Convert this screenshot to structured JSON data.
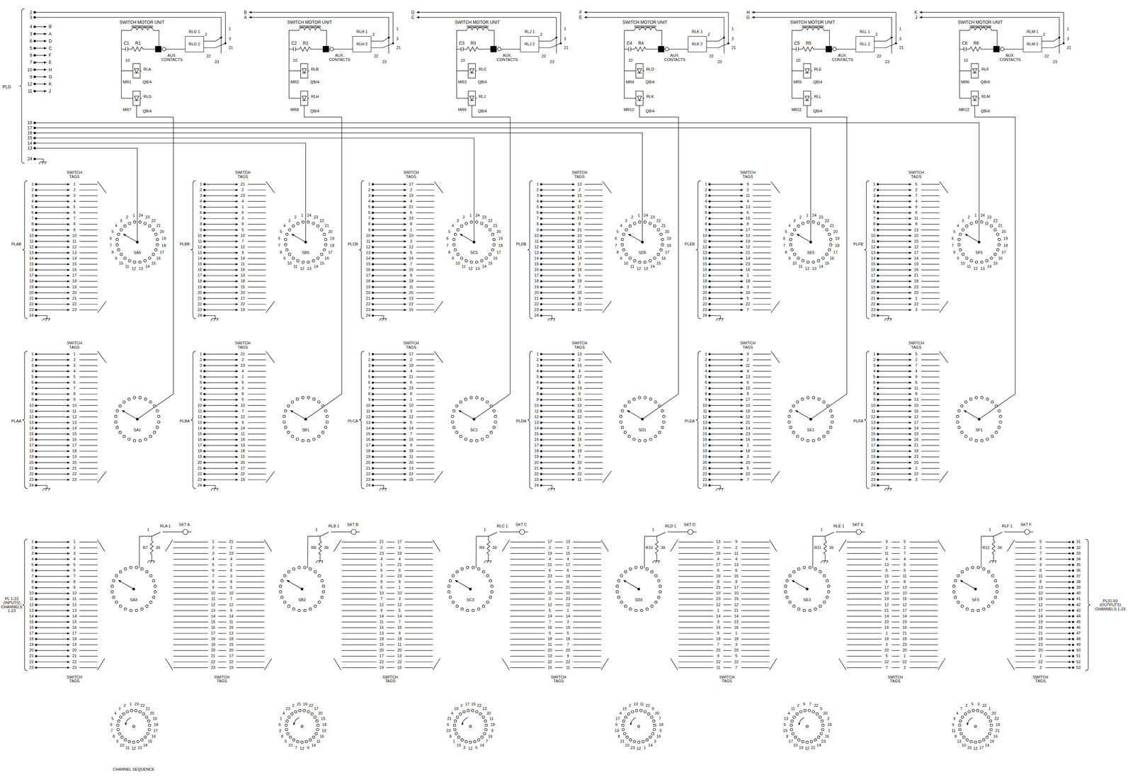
{
  "diagram": {
    "nodes": [
      {
        "text": [
          "RLG 2"
        ]
      },
      {
        "text": [
          "RLH 2"
        ]
      },
      {
        "text": [
          "RLJ 2"
        ]
      },
      {
        "text": [
          "RLK 2"
        ]
      },
      {
        "text": [
          "RLL 2"
        ]
      },
      {
        "text": [
          "RLM 2"
        ]
      }
    ],
    "labels": [
      "PLG",
      "2",
      "3",
      "4",
      "3",
      "6",
      "5",
      "8",
      "7",
      "10",
      "9",
      "12",
      "11",
      "B",
      "A",
      "D",
      "C",
      "F",
      "E",
      "H",
      "G",
      "K",
      "J",
      "18",
      "17",
      "16",
      "15",
      "14",
      "13",
      "24",
      "B",
      "A",
      "D",
      "C",
      "F",
      "E",
      "H",
      "G",
      "K",
      "J",
      "SWITCH MOTOR UNIT",
      "C1",
      "R1",
      "AUX. CONTACTS",
      "RLG 1",
      "1",
      "2",
      "3",
      "21",
      "22",
      "23",
      "10",
      "RLA",
      "MR1",
      "QB/4",
      "RLG",
      "MR7",
      "QB/4",
      "SWITCH MOTOR UNIT",
      "C2",
      "R2",
      "AUX. CONTACTS",
      "RLH 1",
      "1",
      "2",
      "3",
      "21",
      "22",
      "23",
      "10",
      "RLB",
      "MR2",
      "QB/4",
      "RLH",
      "MR8",
      "QB/4",
      "SWITCH MOTOR UNIT",
      "C3",
      "R3",
      "AUX. CONTACTS",
      "RLJ 1",
      "1",
      "2",
      "3",
      "21",
      "22",
      "23",
      "10",
      "RLC",
      "MR3",
      "QB/4",
      "RLJ",
      "MR9",
      "QB/4",
      "SWITCH MOTOR UNIT",
      "C4",
      "R4",
      "AUX. CONTACTS",
      "RLK 1",
      "1",
      "2",
      "3",
      "21",
      "22",
      "23",
      "10",
      "RLD",
      "MR4",
      "QB/4",
      "RLK",
      "MR10",
      "QB/4",
      "SWITCH MOTOR UNIT",
      "C5",
      "R5",
      "AUX. CONTACTS",
      "RLL 1",
      "1",
      "2",
      "3",
      "21",
      "22",
      "23",
      "10",
      "RLE",
      "MR5",
      "QB/4",
      "RLL",
      "MR11",
      "QB/4",
      "SWITCH MOTOR UNIT",
      "C6",
      "R6",
      "AUX. CONTACTS",
      "RLM 1",
      "1",
      "2",
      "3",
      "21",
      "22",
      "23",
      "10",
      "RLF",
      "MR6",
      "QB/4",
      "RLM",
      "MR12",
      "QB/4",
      "PLAB",
      "SWITCH TAGS",
      "1",
      "2",
      "3",
      "4",
      "5",
      "6",
      "7",
      "8",
      "9",
      "10",
      "11",
      "12",
      "13",
      "14",
      "15",
      "16",
      "17",
      "18",
      "19",
      "20",
      "21",
      "22",
      "23",
      "24",
      "1",
      "2",
      "3",
      "4",
      "5",
      "6",
      "7",
      "8",
      "9",
      "10",
      "11",
      "12",
      "13",
      "14",
      "15",
      "16",
      "17",
      "18",
      "19",
      "20",
      "21",
      "22",
      "23",
      "1",
      "2",
      "3",
      "4",
      "5",
      "6",
      "7",
      "8",
      "9",
      "10",
      "11",
      "12",
      "13",
      "14",
      "15",
      "16",
      "17",
      "18",
      "19",
      "20",
      "21",
      "22",
      "23",
      "24",
      "SA5",
      "PLBB",
      "SWITCH TAGS",
      "1",
      "2",
      "3",
      "4",
      "5",
      "6",
      "7",
      "8",
      "9",
      "10",
      "11",
      "12",
      "13",
      "14",
      "15",
      "16",
      "17",
      "18",
      "19",
      "20",
      "21",
      "22",
      "23",
      "24",
      "21",
      "2",
      "23",
      "4",
      "1",
      "6",
      "3",
      "8",
      "5",
      "10",
      "7",
      "12",
      "9",
      "14",
      "11",
      "16",
      "13",
      "18",
      "15",
      "20",
      "17",
      "22",
      "19",
      "1",
      "2",
      "3",
      "4",
      "5",
      "6",
      "7",
      "8",
      "9",
      "10",
      "11",
      "12",
      "13",
      "14",
      "15",
      "16",
      "17",
      "18",
      "19",
      "20",
      "21",
      "22",
      "23",
      "24",
      "SB5",
      "PLCB",
      "SWITCH TAGS",
      "1",
      "2",
      "3",
      "4",
      "5",
      "6",
      "7",
      "8",
      "9",
      "10",
      "11",
      "12",
      "13",
      "14",
      "15",
      "16",
      "17",
      "18",
      "19",
      "20",
      "21",
      "22",
      "23",
      "24",
      "17",
      "2",
      "19",
      "4",
      "21",
      "6",
      "23",
      "8",
      "1",
      "10",
      "3",
      "12",
      "5",
      "14",
      "7",
      "16",
      "9",
      "18",
      "11",
      "20",
      "13",
      "22",
      "15",
      "1",
      "2",
      "3",
      "4",
      "5",
      "6",
      "7",
      "8",
      "9",
      "10",
      "11",
      "12",
      "13",
      "14",
      "15",
      "16",
      "17",
      "18",
      "19",
      "20",
      "21",
      "22",
      "23",
      "24",
      "SC5",
      "PLDB",
      "SWITCH TAGS",
      "1",
      "2",
      "3",
      "4",
      "5",
      "6",
      "7",
      "8",
      "9",
      "10",
      "11",
      "12",
      "13",
      "14",
      "15",
      "16",
      "17",
      "18",
      "19",
      "20",
      "21",
      "22",
      "23",
      "24",
      "13",
      "2",
      "15",
      "4",
      "17",
      "6",
      "19",
      "8",
      "21",
      "10",
      "23",
      "12",
      "1",
      "14",
      "3",
      "16",
      "5",
      "18",
      "7",
      "20",
      "9",
      "22",
      "11",
      "1",
      "2",
      "3",
      "4",
      "5",
      "6",
      "7",
      "8",
      "9",
      "10",
      "11",
      "12",
      "13",
      "14",
      "15",
      "16",
      "17",
      "18",
      "19",
      "20",
      "21",
      "22",
      "23",
      "24",
      "SD5",
      "PLEB",
      "SWITCH TAGS",
      "1",
      "2",
      "3",
      "4",
      "5",
      "6",
      "7",
      "8",
      "9",
      "10",
      "11",
      "12",
      "13",
      "14",
      "15",
      "16",
      "17",
      "18",
      "19",
      "20",
      "21",
      "22",
      "23",
      "24",
      "9",
      "2",
      "11",
      "4",
      "13",
      "6",
      "15",
      "8",
      "17",
      "10",
      "19",
      "12",
      "21",
      "14",
      "23",
      "16",
      "1",
      "18",
      "3",
      "20",
      "5",
      "22",
      "7",
      "1",
      "2",
      "3",
      "4",
      "5",
      "6",
      "7",
      "8",
      "9",
      "10",
      "11",
      "12",
      "13",
      "14",
      "15",
      "16",
      "17",
      "18",
      "19",
      "20",
      "21",
      "22",
      "23",
      "24",
      "SE5",
      "PLFB",
      "SWITCH TAGS",
      "1",
      "2",
      "3",
      "4",
      "5",
      "6",
      "7",
      "8",
      "9",
      "10",
      "11",
      "12",
      "13",
      "14",
      "15",
      "16",
      "17",
      "18",
      "19",
      "20",
      "21",
      "22",
      "23",
      "24",
      "5",
      "2",
      "7",
      "4",
      "9",
      "6",
      "11",
      "8",
      "13",
      "10",
      "15",
      "12",
      "17",
      "14",
      "19",
      "16",
      "21",
      "18",
      "23",
      "20",
      "1",
      "22",
      "3",
      "1",
      "2",
      "3",
      "4",
      "5",
      "6",
      "7",
      "8",
      "9",
      "10",
      "11",
      "12",
      "13",
      "14",
      "15",
      "16",
      "17",
      "18",
      "19",
      "20",
      "21",
      "22",
      "23",
      "24",
      "SF5",
      "PLAA",
      "SWITCH TAGS",
      "1",
      "2",
      "3",
      "4",
      "5",
      "6",
      "7",
      "8",
      "9",
      "10",
      "11",
      "12",
      "13",
      "14",
      "15",
      "16",
      "17",
      "18",
      "19",
      "20",
      "21",
      "22",
      "23",
      "24",
      "1",
      "2",
      "3",
      "4",
      "5",
      "6",
      "7",
      "8",
      "9",
      "10",
      "11",
      "12",
      "13",
      "14",
      "15",
      "16",
      "17",
      "18",
      "19",
      "20",
      "21",
      "22",
      "23",
      "SA1",
      "PLBA",
      "SWITCH TAGS",
      "1",
      "2",
      "3",
      "4",
      "5",
      "6",
      "7",
      "8",
      "9",
      "10",
      "11",
      "12",
      "13",
      "14",
      "15",
      "16",
      "17",
      "18",
      "19",
      "20",
      "21",
      "22",
      "23",
      "24",
      "21",
      "2",
      "23",
      "4",
      "1",
      "6",
      "3",
      "8",
      "5",
      "10",
      "7",
      "12",
      "9",
      "14",
      "11",
      "16",
      "13",
      "18",
      "15",
      "20",
      "17",
      "22",
      "19",
      "SB1",
      "PLCA",
      "SWITCH TAGS",
      "1",
      "2",
      "3",
      "4",
      "5",
      "6",
      "7",
      "8",
      "9",
      "10",
      "11",
      "12",
      "13",
      "14",
      "15",
      "16",
      "17",
      "18",
      "19",
      "20",
      "21",
      "22",
      "23",
      "24",
      "17",
      "2",
      "19",
      "4",
      "21",
      "6",
      "23",
      "8",
      "1",
      "10",
      "3",
      "12",
      "5",
      "14",
      "7",
      "16",
      "9",
      "18",
      "11",
      "20",
      "13",
      "22",
      "15",
      "SC1",
      "PLDA",
      "SWITCH TAGS",
      "1",
      "2",
      "3",
      "4",
      "5",
      "6",
      "7",
      "8",
      "9",
      "10",
      "11",
      "12",
      "13",
      "14",
      "15",
      "16",
      "17",
      "18",
      "19",
      "20",
      "21",
      "22",
      "23",
      "24",
      "13",
      "2",
      "15",
      "4",
      "17",
      "6",
      "19",
      "8",
      "21",
      "10",
      "23",
      "12",
      "1",
      "14",
      "3",
      "16",
      "5",
      "18",
      "7",
      "20",
      "9",
      "22",
      "11",
      "SD1",
      "PLEA",
      "SWITCH TAGS",
      "1",
      "2",
      "3",
      "4",
      "5",
      "6",
      "7",
      "8",
      "9",
      "10",
      "11",
      "12",
      "13",
      "14",
      "15",
      "16",
      "17",
      "18",
      "19",
      "20",
      "21",
      "22",
      "23",
      "24",
      "9",
      "2",
      "11",
      "4",
      "13",
      "6",
      "15",
      "8",
      "17",
      "10",
      "19",
      "12",
      "21",
      "14",
      "23",
      "16",
      "1",
      "18",
      "3",
      "20",
      "5",
      "22",
      "7",
      "SE1",
      "PLFA",
      "SWITCH TAGS",
      "1",
      "2",
      "3",
      "4",
      "5",
      "6",
      "7",
      "8",
      "9",
      "10",
      "11",
      "12",
      "13",
      "14",
      "15",
      "16",
      "17",
      "18",
      "19",
      "20",
      "21",
      "22",
      "23",
      "24",
      "5",
      "2",
      "7",
      "4",
      "9",
      "6",
      "11",
      "8",
      "13",
      "10",
      "15",
      "12",
      "17",
      "14",
      "19",
      "16",
      "21",
      "18",
      "23",
      "20",
      "1",
      "22",
      "3",
      "SF1",
      "PL 1-23 (INPUTS) CHANNELS 1-23",
      "1",
      "2",
      "3",
      "4",
      "5",
      "6",
      "7",
      "8",
      "9",
      "10",
      "11",
      "12",
      "13",
      "14",
      "15",
      "16",
      "17",
      "18",
      "19",
      "20",
      "21",
      "22",
      "23",
      "1",
      "2",
      "3",
      "4",
      "5",
      "6",
      "7",
      "8",
      "9",
      "10",
      "11",
      "12",
      "13",
      "14",
      "15",
      "16",
      "17",
      "18",
      "19",
      "20",
      "21",
      "22",
      "23",
      "SWITCH TAGS",
      "1",
      "RLA 1",
      "SKT A",
      "R7",
      "39",
      "SA3",
      "1",
      "2",
      "3",
      "4",
      "5",
      "6",
      "7",
      "8",
      "9",
      "10",
      "11",
      "12",
      "13",
      "14",
      "15",
      "16",
      "17",
      "18",
      "19",
      "20",
      "21",
      "22",
      "23",
      "21",
      "2",
      "23",
      "4",
      "1",
      "6",
      "3",
      "8",
      "5",
      "10",
      "7",
      "12",
      "9",
      "14",
      "11",
      "16",
      "13",
      "18",
      "15",
      "20",
      "17",
      "22",
      "19",
      "SWITCH TAGS",
      "1",
      "RLB 1",
      "SKT B",
      "R8",
      "39",
      "SB3",
      "21",
      "2",
      "23",
      "4",
      "1",
      "6",
      "3",
      "8",
      "5",
      "10",
      "7",
      "12",
      "9",
      "14",
      "11",
      "16",
      "13",
      "18",
      "15",
      "20",
      "17",
      "22",
      "19",
      "17",
      "2",
      "19",
      "4",
      "21",
      "6",
      "23",
      "8",
      "1",
      "10",
      "3",
      "12",
      "5",
      "14",
      "7",
      "16",
      "9",
      "18",
      "11",
      "20",
      "13",
      "22",
      "15",
      "SWITCH TAGS",
      "1",
      "RLC 1",
      "SKT C",
      "R9",
      "39",
      "SC3",
      "17",
      "2",
      "19",
      "4",
      "21",
      "6",
      "23",
      "8",
      "1",
      "10",
      "3",
      "12",
      "5",
      "14",
      "7",
      "16",
      "9",
      "18",
      "11",
      "20",
      "13",
      "22",
      "15",
      "13",
      "2",
      "15",
      "4",
      "17",
      "6",
      "19",
      "8",
      "21",
      "10",
      "23",
      "12",
      "1",
      "14",
      "3",
      "16",
      "5",
      "18",
      "7",
      "20",
      "9",
      "22",
      "11",
      "SWITCH TAGS",
      "1",
      "RLD 1",
      "SKT D",
      "R10",
      "39",
      "SD3",
      "13",
      "2",
      "15",
      "4",
      "17",
      "6",
      "19",
      "8",
      "21",
      "10",
      "23",
      "12",
      "1",
      "14",
      "3",
      "16",
      "5",
      "18",
      "7",
      "20",
      "9",
      "22",
      "11",
      "9",
      "2",
      "11",
      "4",
      "13",
      "6",
      "15",
      "8",
      "17",
      "10",
      "19",
      "12",
      "21",
      "14",
      "23",
      "16",
      "1",
      "18",
      "3",
      "20",
      "5",
      "22",
      "7",
      "SWITCH TAGS",
      "1",
      "RLE 1",
      "SKT E",
      "R11",
      "39",
      "SE3",
      "9",
      "2",
      "11",
      "4",
      "13",
      "6",
      "15",
      "8",
      "17",
      "10",
      "19",
      "12",
      "21",
      "14",
      "23",
      "16",
      "1",
      "18",
      "3",
      "20",
      "5",
      "22",
      "7",
      "5",
      "2",
      "7",
      "4",
      "9",
      "6",
      "11",
      "8",
      "13",
      "10",
      "15",
      "12",
      "17",
      "14",
      "19",
      "16",
      "21",
      "18",
      "23",
      "20",
      "1",
      "22",
      "3",
      "SWITCH TAGS",
      "1",
      "RLF 1",
      "SKT F",
      "R12",
      "39",
      "SF3",
      "5",
      "2",
      "7",
      "4",
      "9",
      "6",
      "11",
      "8",
      "13",
      "10",
      "15",
      "12",
      "17",
      "14",
      "19",
      "16",
      "21",
      "18",
      "23",
      "20",
      "1",
      "22",
      "3",
      "31",
      "32",
      "33",
      "34",
      "35",
      "36",
      "37",
      "38",
      "39",
      "40",
      "41",
      "42",
      "43",
      "44",
      "45",
      "46",
      "47",
      "48",
      "49",
      "50",
      "51",
      "52",
      "53",
      "SWITCH TAGS",
      "PL31-53 (OUTPUTS) CHANNELS 1-23",
      "1",
      "2",
      "3",
      "4",
      "5",
      "6",
      "7",
      "8",
      "9",
      "10",
      "11",
      "12",
      "13",
      "14",
      "15",
      "16",
      "17",
      "18",
      "19",
      "20",
      "21",
      "22",
      "23",
      "21",
      "2",
      "23",
      "4",
      "1",
      "6",
      "3",
      "8",
      "5",
      "10",
      "7",
      "12",
      "9",
      "14",
      "11",
      "16",
      "13",
      "18",
      "15",
      "20",
      "17",
      "22",
      "19",
      "17",
      "2",
      "19",
      "4",
      "21",
      "6",
      "23",
      "8",
      "1",
      "10",
      "3",
      "12",
      "5",
      "14",
      "7",
      "16",
      "9",
      "18",
      "11",
      "20",
      "13",
      "22",
      "15",
      "13",
      "2",
      "15",
      "4",
      "17",
      "6",
      "19",
      "8",
      "21",
      "10",
      "23",
      "12",
      "1",
      "14",
      "3",
      "16",
      "5",
      "18",
      "7",
      "20",
      "9",
      "22",
      "11",
      "9",
      "2",
      "11",
      "4",
      "13",
      "6",
      "15",
      "8",
      "17",
      "10",
      "19",
      "12",
      "21",
      "14",
      "23",
      "16",
      "1",
      "18",
      "3",
      "20",
      "5",
      "22",
      "7",
      "5",
      "2",
      "7",
      "4",
      "9",
      "6",
      "11",
      "8",
      "13",
      "10",
      "15",
      "12",
      "17",
      "14",
      "19",
      "16",
      "21",
      "18",
      "23",
      "20",
      "1",
      "22",
      "3",
      "CHANNEL SEQUENCE"
    ]
  }
}
